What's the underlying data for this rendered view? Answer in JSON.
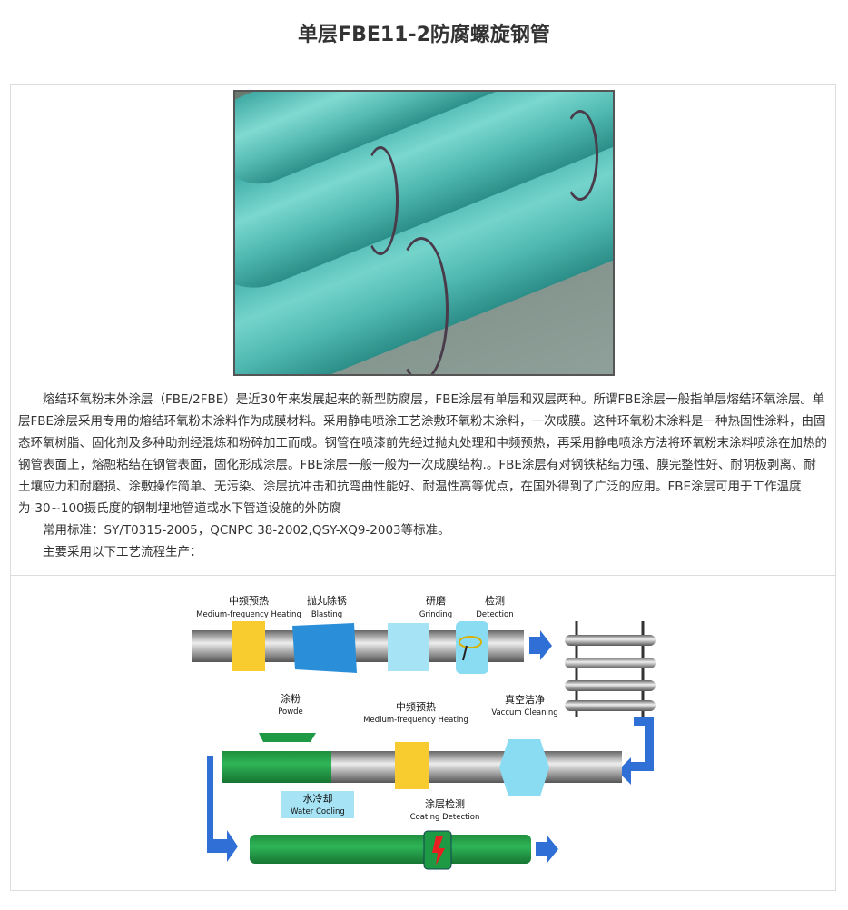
{
  "title": "单层FBE11-2防腐螺旋钢管",
  "paragraphs": [
    "熔结环氧粉末外涂层（FBE/2FBE）是近30年来发展起来的新型防腐层，FBE涂层有单层和双层两种。所谓FBE涂层一般指单层熔结环氧涂层。单层FBE涂层采用专用的熔结环氧粉末涂料作为成膜材料。采用静电喷涂工艺涂敷环氧粉末涂料，一次成膜。这种环氧粉末涂料是一种热固性涂料，由固态环氧树脂、固化剂及多种助剂经混炼和粉碎加工而成。钢管在喷漆前先经过抛丸处理和中频预热，再采用静电喷涂方法将环氧粉末涂料喷涂在加热的钢管表面上，熔融粘结在钢管表面，固化形成涂层。FBE涂层一般一般为一次成膜结构.。FBE涂层有对钢铁粘结力强、膜完整性好、耐阴极剥离、耐土壤应力和耐磨损、涂敷操作简单、无污染、涂层抗冲击和抗弯曲性能好、耐温性高等优点，在国外得到了广泛的应用。FBE涂层可用于工作温度为-30~100摄氏度的钢制埋地管道或水下管道设施的外防腐",
    "常用标准：SY/T0315-2005，QCNPC 38-2002,QSY-XQ9-2003等标准。",
    "主要采用以下工艺流程生产："
  ],
  "diagram": {
    "steps": [
      {
        "cn": "中频预热",
        "en": "Medium-frequency Heating"
      },
      {
        "cn": "抛丸除锈",
        "en": "Blasting"
      },
      {
        "cn": "研磨",
        "en": "Grinding"
      },
      {
        "cn": "检测",
        "en": "Detection"
      },
      {
        "cn": "涂粉",
        "en": "Powde"
      },
      {
        "cn": "中频预热",
        "en": "Medium-frequency Heating"
      },
      {
        "cn": "真空洁净",
        "en": "Vaccum Cleaning"
      },
      {
        "cn": "水冷却",
        "en": "Water Cooling"
      },
      {
        "cn": "涂层检测",
        "en": "Coating Detection"
      }
    ]
  }
}
